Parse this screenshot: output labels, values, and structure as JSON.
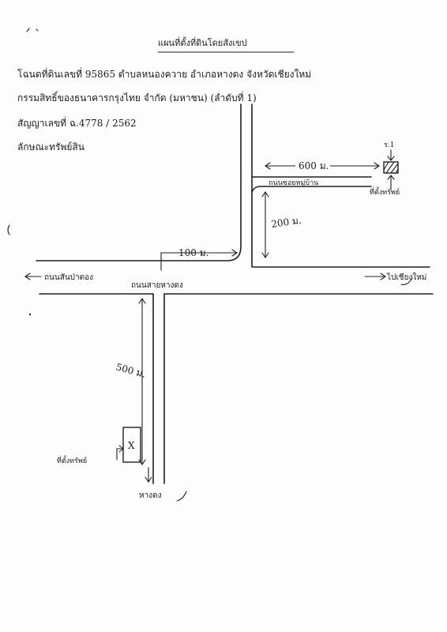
{
  "header": {
    "title": "แผนที่ตั้งที่ดินโดยสังเขป",
    "line1": "โฉนดที่ดินเลขที่ 95865   ตำบลหนองควาย  อำเภอหางดง  จังหวัดเชียงใหม่",
    "line2": "กรรมสิทธิ์ของธนาคารกรุงไทย จำกัด (มหาชน) (ลำดับที่ 1)",
    "line3": "สัญญาเลขที่ ฉ.4778 / 2562",
    "line4": "ลักษณะทรัพย์สิน"
  },
  "map": {
    "distances": {
      "north_road": "600 ม.",
      "east_side": "200 ม.",
      "junction": "100 ม.",
      "south_road": "500 ม."
    },
    "labels": {
      "west_direction": "ถนนสันป่าตอง",
      "east_direction": "ไปเชียงใหม่",
      "main_road": "ถนนสายหางดง",
      "side_road": "ถนนซอยหมู่บ้าน",
      "marker_code": "ร.1",
      "site_north": "ที่ตั้งทรัพย์",
      "site_south": "ที่ตั้งทรัพย์",
      "south_direction": "หางดง",
      "site_south_mark": "X"
    }
  }
}
